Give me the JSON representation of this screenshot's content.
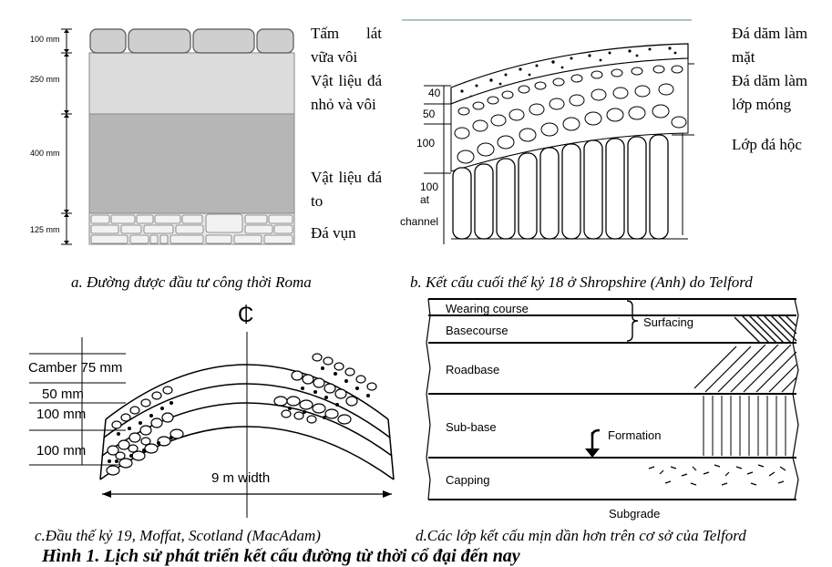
{
  "panel_a": {
    "dims": [
      "100 mm",
      "250 mm",
      "400 mm",
      "125 mm"
    ],
    "labels": [
      "Tấm lát vữa vôi",
      "Vật liệu đá nhỏ và vôi",
      "Vật liệu đá to",
      "Đá vụn"
    ],
    "caption": "a.    Đường được đầu tư công thời Roma"
  },
  "panel_b": {
    "dims": [
      "40",
      "50",
      "100",
      "100",
      "at",
      "channel"
    ],
    "labels": [
      "Đá dăm làm mặt",
      "Đá dăm làm lớp móng",
      "Lớp đá hộc"
    ],
    "caption": "b. Kết cấu cuối thế kỷ 18 ở Shropshire (Anh) do Telford"
  },
  "panel_c": {
    "centerline": "₵",
    "dims": [
      "Camber 75 mm",
      "50 mm",
      "100 mm",
      "100 mm"
    ],
    "width_label": "9 m width",
    "caption": "c.Đầu thế kỷ 19, Moffat, Scotland (MacAdam)"
  },
  "panel_d": {
    "layers": [
      "Wearing course",
      "Basecourse",
      "Roadbase",
      "Sub-base",
      "Capping"
    ],
    "surfacing": "Surfacing",
    "formation": "Formation",
    "subgrade": "Subgrade",
    "caption": "d.Các lớp kết cấu mịn dần hơn trên cơ sở của Telford"
  },
  "figure_caption": "Hình 1. Lịch sử phát triển kết cấu đường từ thời cổ đại đến nay"
}
